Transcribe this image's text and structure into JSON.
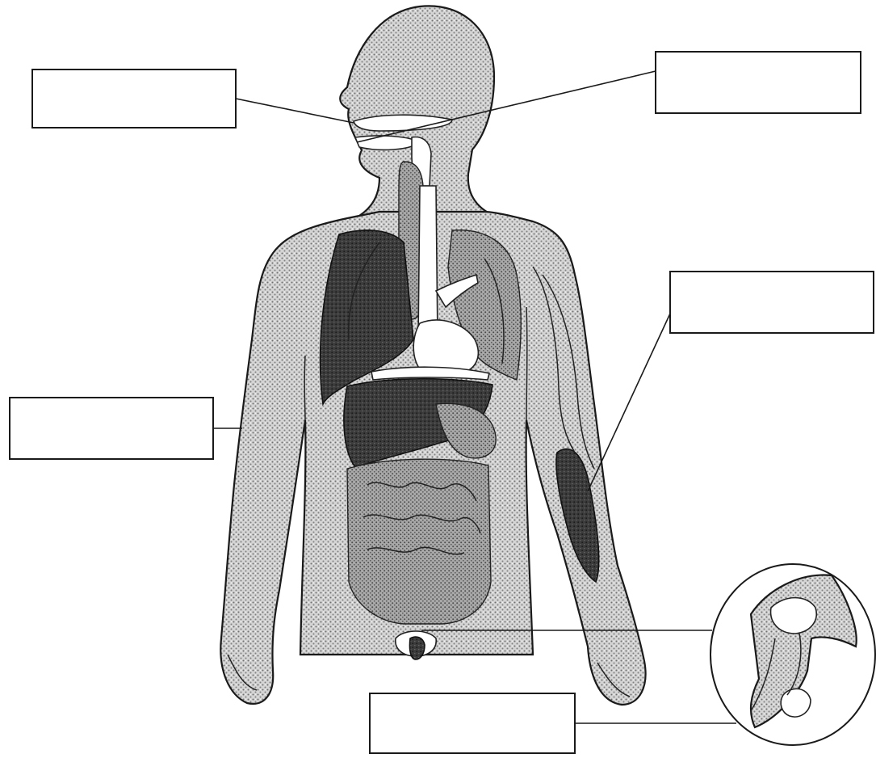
{
  "diagram": {
    "label_boxes": [
      {
        "id": "mouth",
        "text": ""
      },
      {
        "id": "trachea",
        "text": ""
      },
      {
        "id": "arm-vessels",
        "text": ""
      },
      {
        "id": "torso",
        "text": ""
      },
      {
        "id": "reproductive",
        "text": ""
      }
    ],
    "colors": {
      "ink": "#1a1a1a",
      "stipple_base": "#cfcfcf",
      "dark_organ": "#3a3a3a",
      "paper": "#ffffff"
    }
  }
}
